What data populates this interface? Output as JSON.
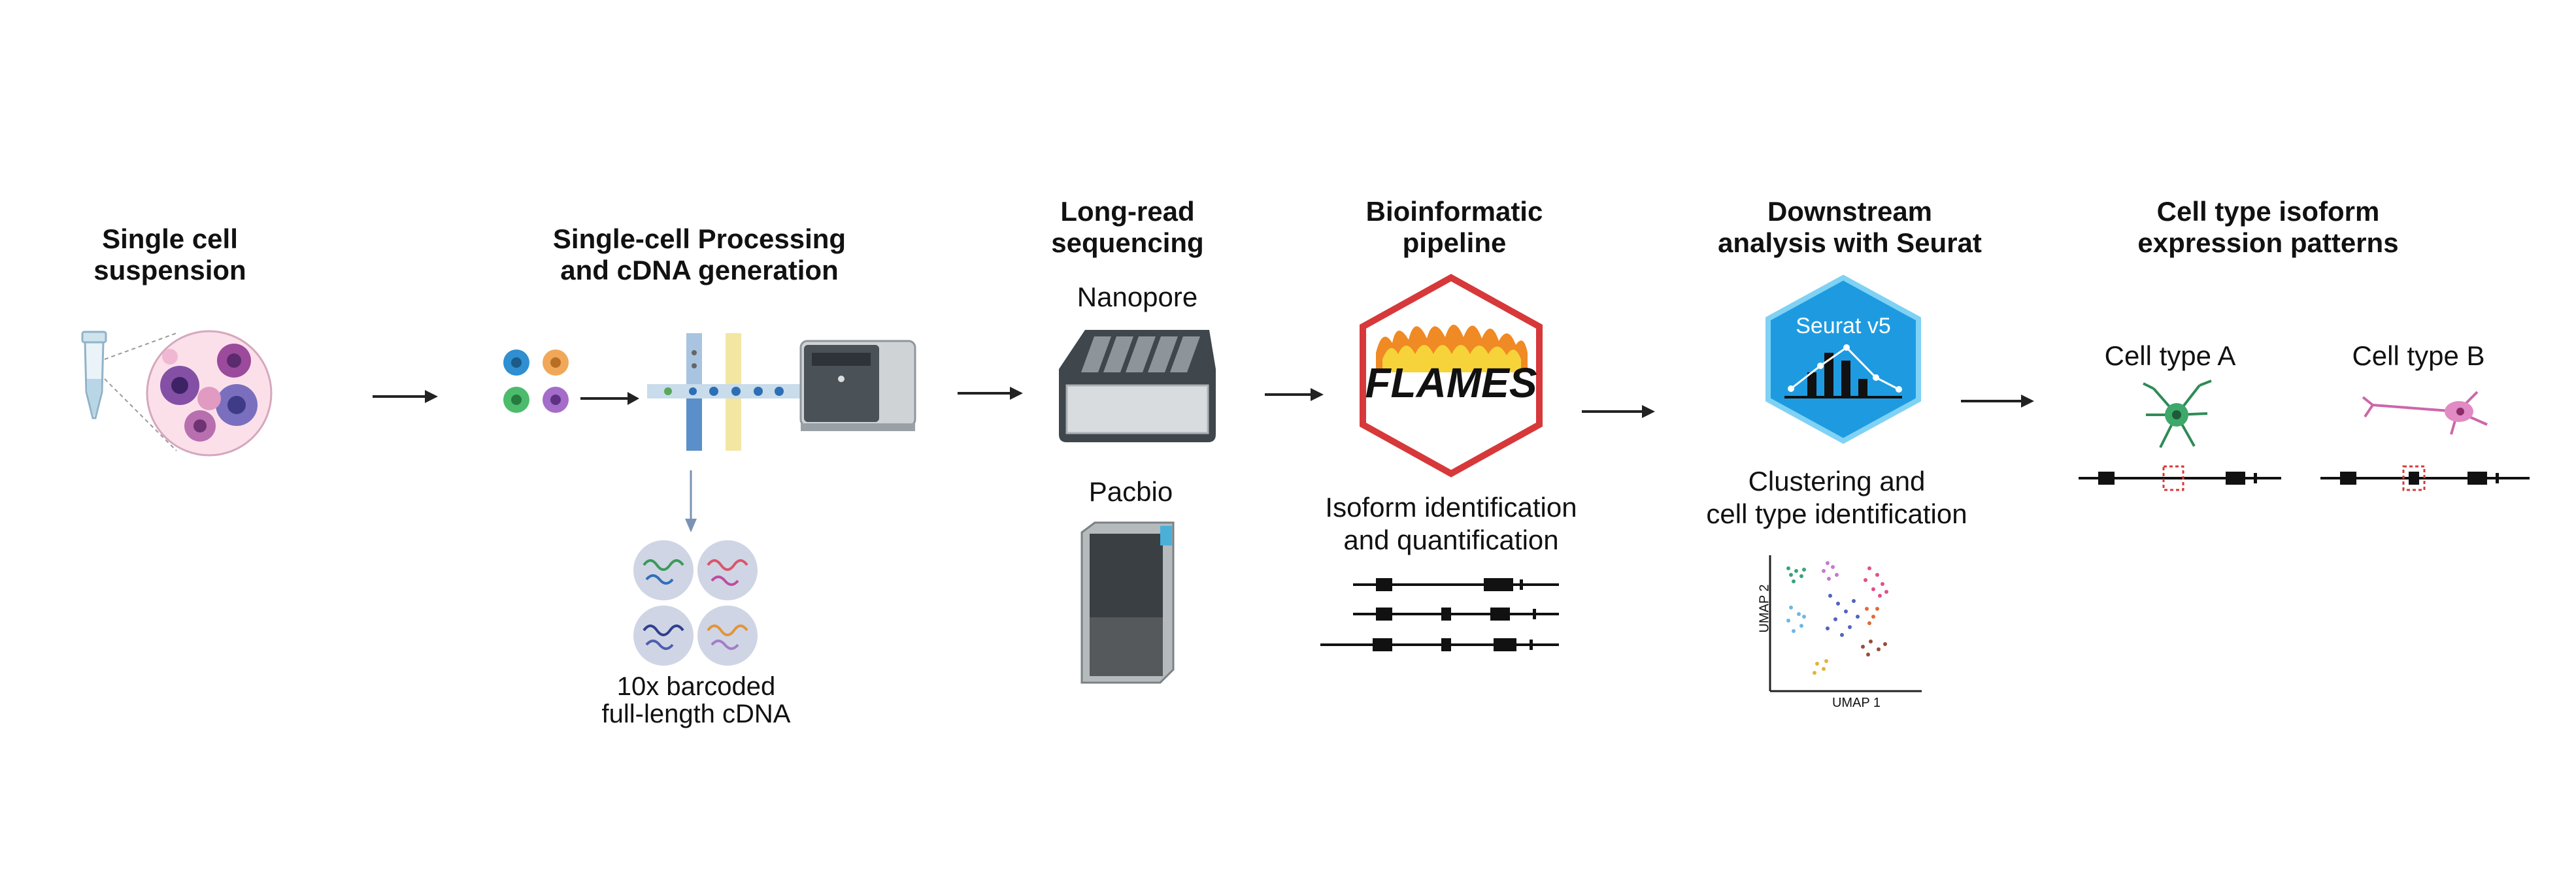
{
  "stages": [
    {
      "title": "Single cell\nsuspension"
    },
    {
      "title": "Single-cell Processing\nand cDNA generation"
    },
    {
      "title": "Long-read\nsequencing"
    },
    {
      "title": "Bioinformatic\npipeline"
    },
    {
      "title": "Downstream\nanalysis with Seurat"
    },
    {
      "title": "Cell type isoform\nexpression patterns"
    }
  ],
  "processing": {
    "cdna_label": "10x barcoded\nfull-length cDNA"
  },
  "sequencing": {
    "nanopore_label": "Nanopore",
    "pacbio_label": "Pacbio"
  },
  "pipeline": {
    "logo_text": "FLAMES",
    "caption": "Isoform identification\nand quantification"
  },
  "seurat": {
    "logo_text": "Seurat v5",
    "caption": "Clustering and\ncell type identification",
    "umap_x": "UMAP 1",
    "umap_y": "UMAP 2"
  },
  "celltypes": {
    "a_label": "Cell type A",
    "b_label": "Cell type B"
  },
  "colors": {
    "hex_red": "#d7383a",
    "hex_blue": "#1e9be0",
    "neuron_green": "#2e8b57",
    "neuron_pink": "#cc66aa",
    "arrow": "#222222"
  }
}
